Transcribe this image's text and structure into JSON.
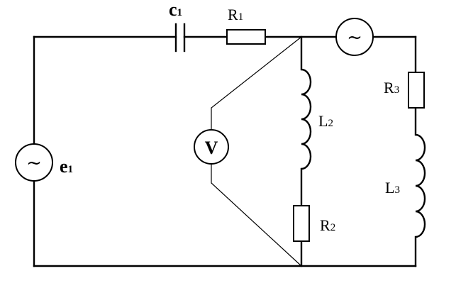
{
  "labels": {
    "c1": {
      "main": "c",
      "sub": "1"
    },
    "r1": {
      "main": "R",
      "sub": "1"
    },
    "r2": {
      "main": "R",
      "sub": "2"
    },
    "r3": {
      "main": "R",
      "sub": "3"
    },
    "l2": {
      "main": "L",
      "sub": "2"
    },
    "l3": {
      "main": "L",
      "sub": "3"
    },
    "e1": {
      "main": "e",
      "sub": "1"
    }
  },
  "symbols": {
    "ac_source": "~",
    "voltmeter": "V"
  }
}
